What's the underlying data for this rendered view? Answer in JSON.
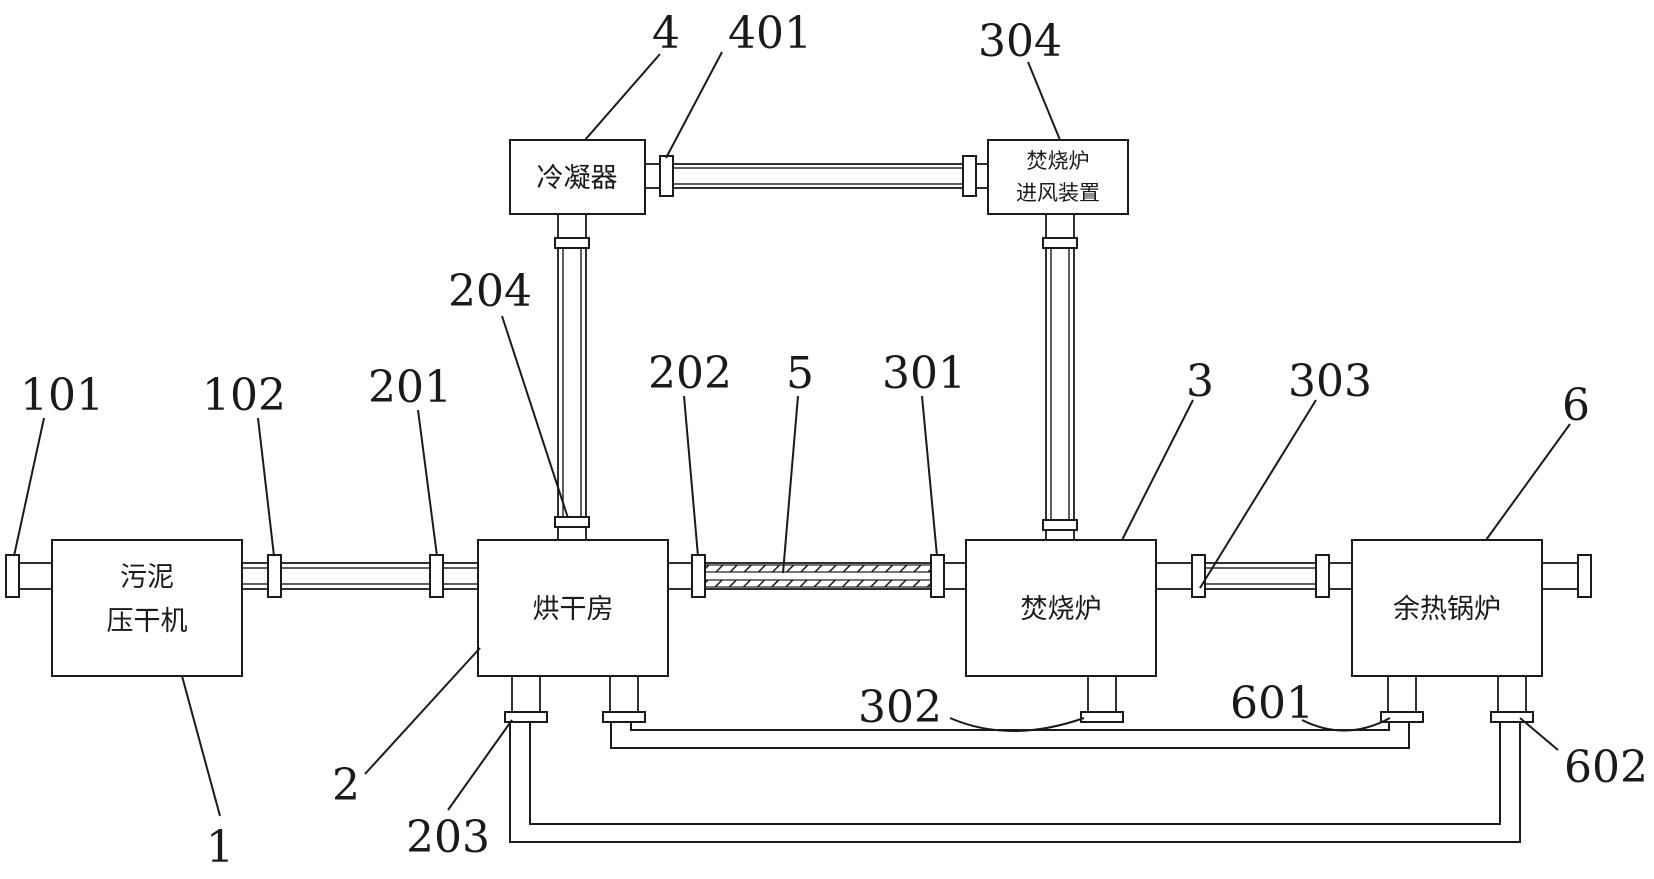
{
  "boxes": {
    "press": {
      "lines": [
        "污泥",
        "压干机"
      ]
    },
    "dryer": {
      "lines": [
        "烘干房"
      ]
    },
    "condenser": {
      "lines": [
        "冷凝器"
      ]
    },
    "intake": {
      "lines": [
        "焚烧炉",
        "进风装置"
      ]
    },
    "incinerator": {
      "lines": [
        "焚烧炉"
      ]
    },
    "boiler": {
      "lines": [
        "余热锅炉"
      ]
    }
  },
  "labels": {
    "n1": "1",
    "n2": "2",
    "n3": "3",
    "n4": "4",
    "n5": "5",
    "n6": "6",
    "n101": "101",
    "n102": "102",
    "n201": "201",
    "n202": "202",
    "n203": "203",
    "n204": "204",
    "n301": "301",
    "n302": "302",
    "n303": "303",
    "n304": "304",
    "n401": "401",
    "n601": "601",
    "n602": "602"
  }
}
